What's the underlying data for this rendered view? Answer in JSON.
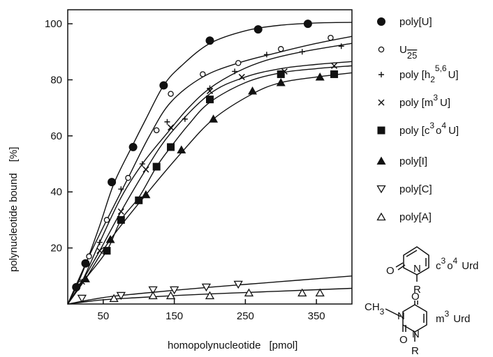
{
  "chart_data": {
    "type": "scatter",
    "title": "",
    "xlabel": "homopolynucleotide",
    "xlabel_unit": "[pmol]",
    "ylabel": "polynucleotide bound",
    "ylabel_unit": "[%]",
    "xlim": [
      0,
      400
    ],
    "ylim": [
      0,
      105
    ],
    "xticks": [
      50,
      150,
      250,
      350
    ],
    "yticks": [
      20,
      40,
      60,
      80,
      100
    ],
    "grid": false,
    "legend_placement": "right",
    "series": [
      {
        "name": "poly[U]",
        "marker": "filled-circle",
        "x": [
          12,
          25,
          62,
          92,
          135,
          200,
          268,
          338
        ],
        "y": [
          6,
          14.5,
          43.5,
          56,
          78,
          94,
          98,
          100
        ],
        "curve_x": [
          0,
          12,
          25,
          45,
          65,
          90,
          110,
          135,
          160,
          200,
          250,
          300,
          350,
          400
        ],
        "curve_y": [
          0,
          6,
          14,
          28,
          43,
          56,
          66,
          78,
          85,
          93,
          97.5,
          99.5,
          100.3,
          100.5
        ]
      },
      {
        "name": "U25",
        "name_main": "U",
        "name_sub": "25",
        "marker": "open-circle",
        "x": [
          30,
          55,
          85,
          125,
          145,
          190,
          240,
          300,
          370
        ],
        "y": [
          17,
          30,
          45,
          62,
          75,
          82,
          86,
          91,
          95
        ],
        "curve_x": [
          0,
          30,
          55,
          85,
          115,
          145,
          190,
          240,
          300,
          350,
          400
        ],
        "curve_y": [
          0,
          17,
          30,
          45,
          60,
          72,
          81,
          86,
          90,
          93,
          95.5
        ]
      },
      {
        "name": "poly[h2 5,6 U]",
        "name_main": "poly [h",
        "name_sub": "2",
        "name_sup": "5,6",
        "name_end": "U]",
        "marker": "plus",
        "x": [
          20,
          45,
          75,
          105,
          140,
          165,
          200,
          235,
          280,
          330,
          385
        ],
        "y": [
          8,
          22,
          41,
          50,
          65,
          66,
          77,
          83,
          89,
          90,
          92
        ],
        "curve_x": [
          0,
          20,
          45,
          75,
          105,
          140,
          170,
          200,
          240,
          280,
          330,
          400
        ],
        "curve_y": [
          0,
          8,
          22,
          38,
          50,
          61,
          70,
          77,
          83,
          87,
          90,
          93
        ]
      },
      {
        "name": "poly[m3 U]",
        "name_main": "poly [m",
        "name_sup": "3",
        "name_end": "U]",
        "marker": "cross",
        "x": [
          20,
          45,
          75,
          110,
          145,
          200,
          245,
          305,
          375
        ],
        "y": [
          8,
          19,
          33,
          48,
          63,
          76,
          81,
          83,
          85
        ],
        "curve_x": [
          0,
          20,
          45,
          75,
          110,
          145,
          200,
          250,
          300,
          350,
          400
        ],
        "curve_y": [
          0,
          8,
          19,
          33,
          48,
          61,
          75,
          81,
          84,
          85.5,
          86.5
        ]
      },
      {
        "name": "poly[c3 o4 U]",
        "name_main": "poly [c",
        "name_sup": "3",
        "name_mid": "o",
        "name_sup2": "4",
        "name_end": "U]",
        "marker": "filled-square",
        "x": [
          55,
          75,
          100,
          125,
          145,
          200,
          300,
          375
        ],
        "y": [
          19,
          30,
          37,
          49,
          56,
          73,
          82,
          82
        ],
        "curve_x": [
          0,
          25,
          55,
          75,
          100,
          125,
          145,
          170,
          200,
          250,
          300,
          350,
          400
        ],
        "curve_y": [
          0,
          9,
          19,
          30,
          38,
          49,
          56,
          64,
          72,
          79,
          82.5,
          84,
          85
        ]
      },
      {
        "name": "poly[I]",
        "marker": "filled-triangle-up",
        "x": [
          25,
          60,
          110,
          160,
          205,
          260,
          300,
          355
        ],
        "y": [
          9,
          23,
          39,
          55,
          66,
          76,
          79,
          81
        ],
        "curve_x": [
          0,
          25,
          60,
          110,
          160,
          205,
          260,
          300,
          350,
          400
        ],
        "curve_y": [
          0,
          9,
          23,
          39,
          54,
          66,
          75,
          79,
          81,
          82.5
        ]
      },
      {
        "name": "poly[C]",
        "marker": "open-triangle-down",
        "x": [
          20,
          75,
          120,
          150,
          195,
          240
        ],
        "y": [
          2,
          3,
          5,
          5,
          6,
          7
        ],
        "curve_x": [
          0,
          50,
          100,
          150,
          200,
          250,
          300,
          350,
          400
        ],
        "curve_y": [
          0,
          2.3,
          3.7,
          4.9,
          6,
          7,
          8,
          9,
          10
        ]
      },
      {
        "name": "poly[A]",
        "marker": "open-triangle-up",
        "x": [
          65,
          120,
          145,
          200,
          255,
          330,
          355
        ],
        "y": [
          2,
          3,
          3,
          3,
          4,
          4,
          4
        ],
        "curve_x": [
          0,
          50,
          100,
          150,
          200,
          250,
          300,
          350,
          400
        ],
        "curve_y": [
          0,
          1.5,
          2.3,
          3,
          3.6,
          4.1,
          4.6,
          5.1,
          5.6
        ]
      }
    ]
  },
  "structures": {
    "first": {
      "name_main": "c",
      "name_sup": "3",
      "name_mid": "o",
      "name_sup2": "4",
      "name_end": "Urd",
      "atom_o": "O",
      "atom_n": "N",
      "atom_r": "R"
    },
    "second": {
      "name_main": "m",
      "name_sup": "3",
      "name_end": "Urd",
      "group_ch": "CH",
      "group_sub": "3",
      "atom_n1": "N",
      "atom_n2": "N",
      "atom_o1": "O",
      "atom_o2": "O",
      "atom_r": "R"
    }
  }
}
